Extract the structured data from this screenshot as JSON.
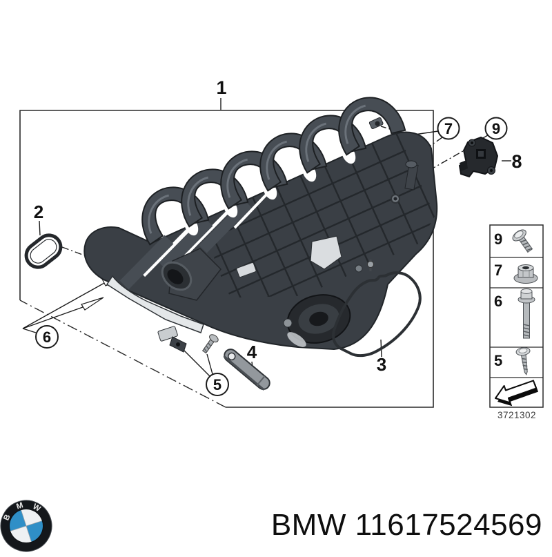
{
  "figure": {
    "labels": {
      "n1": "1",
      "n2": "2",
      "n3": "3",
      "n4": "4",
      "n8": "8"
    },
    "circled": {
      "n5": "5",
      "n6": "6",
      "n7": "7",
      "n9": "9"
    },
    "parts": {
      "assembly": "intake-manifold-assembly",
      "p2": "profile-gasket-oring",
      "p3": "throttle-body-gasket",
      "p4": "support-bracket",
      "p8": "pressure-sensor"
    }
  },
  "legend": {
    "rows": [
      {
        "num": "9",
        "icon": "pan-head-screw-icon"
      },
      {
        "num": "7",
        "icon": "flange-nut-icon"
      },
      {
        "num": "6",
        "icon": "flange-bolt-icon"
      },
      {
        "num": "5",
        "icon": "self-tapping-screw-icon"
      },
      {
        "num": "",
        "icon": "direction-arrow-icon"
      }
    ],
    "diagram_id": "3721302"
  },
  "footer": {
    "part_label": "BMW 11617524569",
    "logo_letters": {
      "b": "B",
      "m": "M",
      "w": "W"
    }
  },
  "colors": {
    "line": "#222222",
    "part_dark": "#3a3f45",
    "part_mid": "#474d54",
    "part_light": "#e4e7e9",
    "bmw_blue": "#2f8fc7"
  }
}
